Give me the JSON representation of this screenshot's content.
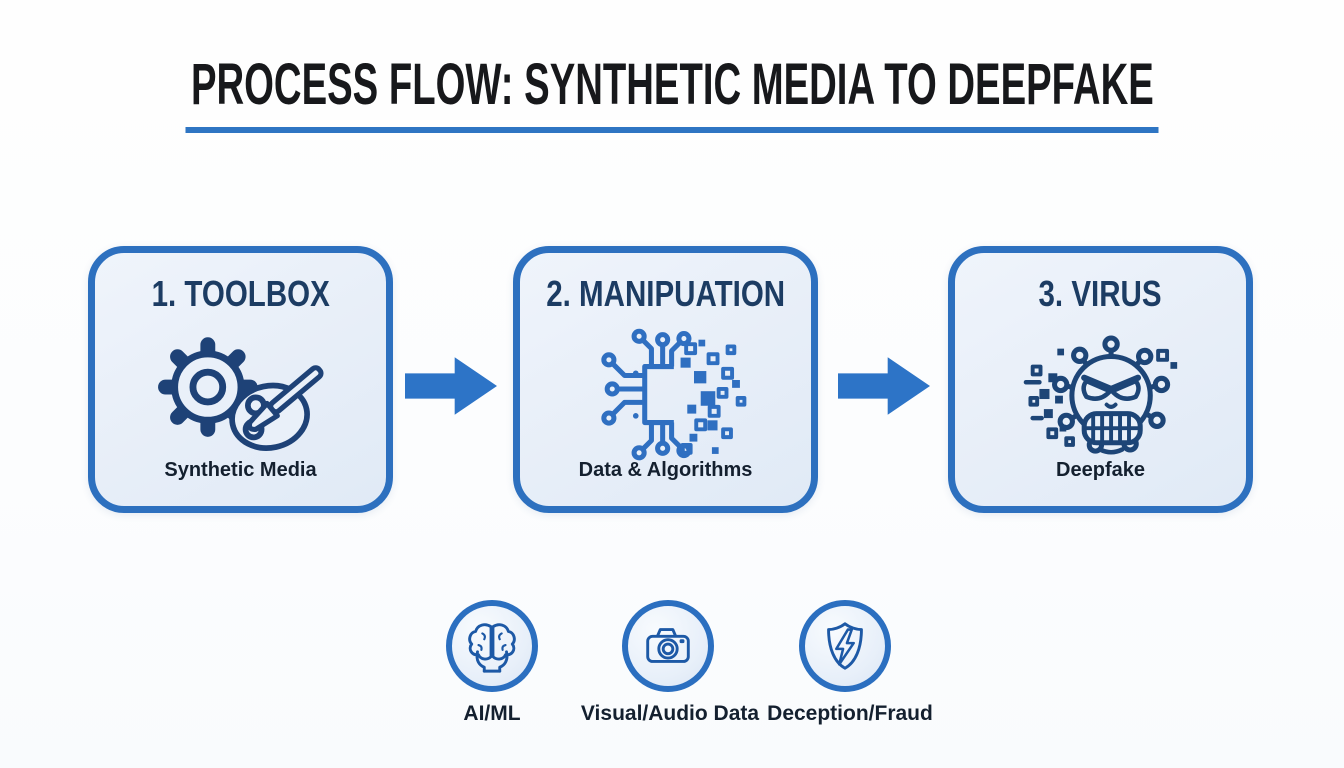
{
  "header": {
    "title": "PROCESS FLOW: SYNTHETIC MEDIA TO DEEPFAKE",
    "title_color": "#17181b",
    "underline_color": "#2e75c3"
  },
  "flow": {
    "box_fill": "#e9f0f9",
    "box_border": "#2d70bf",
    "step_title_color": "#1c3c63",
    "step_label_color": "#14202f",
    "arrow_color": "#2d74c7",
    "steps": [
      {
        "title": "1. TOOLBOX",
        "label": "Synthetic Media",
        "icon": "gear-palette-icon"
      },
      {
        "title": "2. MANIPUATION",
        "label": "Data & Algorithms",
        "icon": "circuit-chip-icon"
      },
      {
        "title": "3. VIRUS",
        "label": "Deepfake",
        "icon": "virus-face-icon"
      }
    ]
  },
  "legend": {
    "circle_border": "#2b6fc0",
    "items": [
      {
        "label": "AI/ML",
        "icon": "brain-icon"
      },
      {
        "label": "Visual/Audio Data",
        "icon": "camera-icon"
      },
      {
        "label": "Deception/Fraud",
        "icon": "shield-bolt-icon"
      }
    ]
  }
}
